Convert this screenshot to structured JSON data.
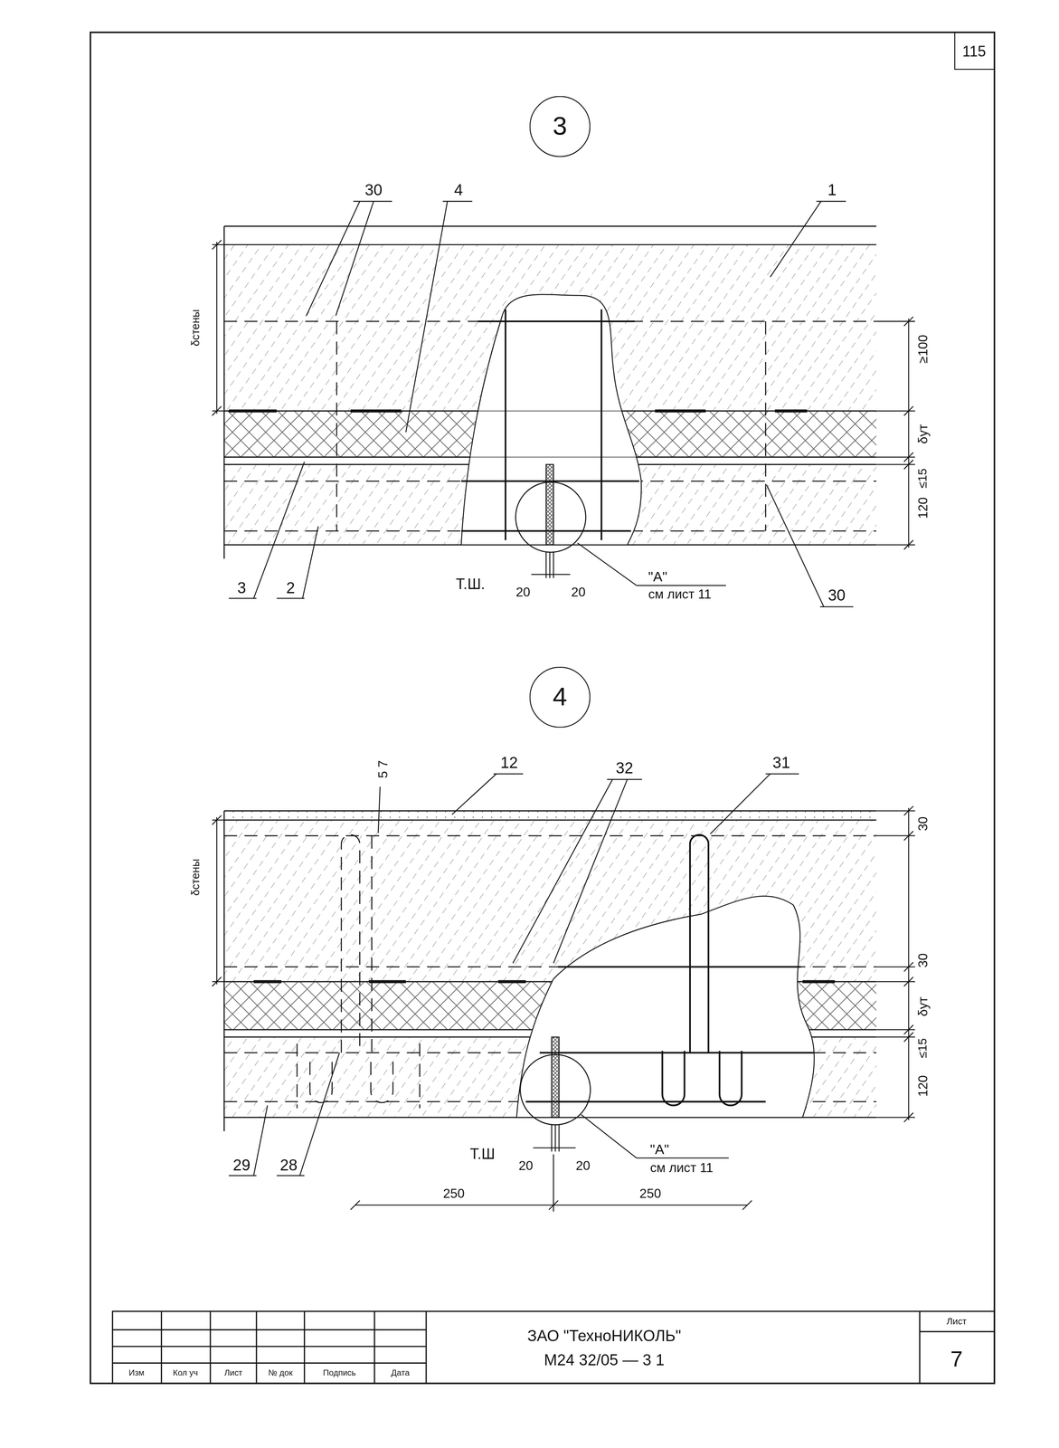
{
  "diagram": {
    "nodes": [
      {
        "text": [
          "3"
        ]
      },
      {
        "text": [
          "4"
        ]
      }
    ],
    "labels": [
      "115",
      "30",
      "4",
      "1",
      "δстены",
      "≥100",
      "δут",
      "≤15",
      "120",
      "3",
      "2",
      "Т.Ш.",
      "20",
      "20",
      "\"А\"",
      "см лист 11",
      "30",
      "12",
      "32",
      "31",
      "5 7",
      "δстены",
      "30",
      "30",
      "δут",
      "≤15",
      "120",
      "29",
      "28",
      "Т.Ш",
      "20",
      "20",
      "\"А\"",
      "см лист 11",
      "250",
      "250",
      "Изм",
      "Кол уч",
      "Лист",
      "№ док",
      "Подпись",
      "Дата",
      "ЗАО \"ТехноНИКОЛЬ\"",
      "М24 32/05 — 3 1",
      "Лист",
      "7"
    ]
  }
}
